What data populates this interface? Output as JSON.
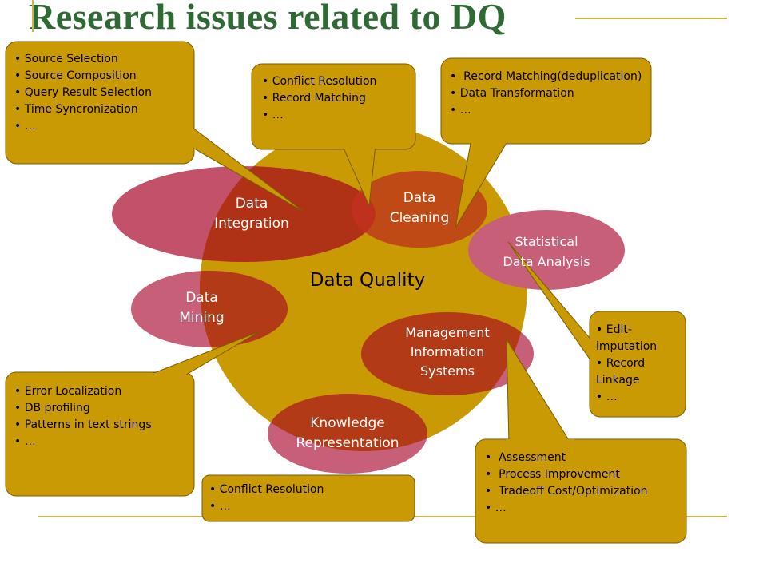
{
  "title": "Research issues related to DQ",
  "center": {
    "label": "Data Quality"
  },
  "areas": [
    {
      "id": "data-integration",
      "lines": [
        "Data",
        "Integration"
      ],
      "color": "#c4516a"
    },
    {
      "id": "data-cleaning",
      "lines": [
        "Data",
        "Cleaning"
      ],
      "color": "#c4711e"
    },
    {
      "id": "statistical-data-analysis",
      "lines": [
        "Statistical",
        "Data Analysis"
      ],
      "color": "#c85f79"
    },
    {
      "id": "data-mining",
      "lines": [
        "Data",
        "Mining"
      ],
      "color": "#c85f79"
    },
    {
      "id": "management-information-systems",
      "lines": [
        "Management",
        "Information",
        "Systems"
      ],
      "color": "#c85f79"
    },
    {
      "id": "knowledge-representation",
      "lines": [
        "Knowledge",
        "Representation"
      ],
      "color": "#c85f79"
    }
  ],
  "callouts": [
    {
      "id": "integration",
      "items": [
        "Source Selection",
        "Source Composition",
        "Query Result Selection",
        "Time Syncronization",
        "…"
      ]
    },
    {
      "id": "cleaning-conflict",
      "items": [
        "Conflict Resolution",
        "Record Matching",
        "…"
      ]
    },
    {
      "id": "cleaning-record",
      "items": [
        " Record Matching(deduplication)",
        "Data Transformation",
        "…"
      ]
    },
    {
      "id": "statistical",
      "items": [
        "Edit-imputation",
        "Record Linkage",
        "…"
      ]
    },
    {
      "id": "mining",
      "items": [
        "Error Localization",
        "DB profiling",
        "Patterns in text strings",
        "…"
      ]
    },
    {
      "id": "knowledge",
      "items": [
        "Conflict Resolution",
        "…"
      ]
    },
    {
      "id": "mis",
      "items": [
        " Assessment",
        " Process Improvement",
        " Tradeoff Cost/Optimization",
        "…"
      ]
    }
  ],
  "colors": {
    "title": "#2f6a34",
    "callout_fill": "#c99a04",
    "big_circle": "#c99a04",
    "overlap_dark": "#b03216",
    "overlap_orange": "#c04a16",
    "rule_line": "#c8b84a"
  }
}
